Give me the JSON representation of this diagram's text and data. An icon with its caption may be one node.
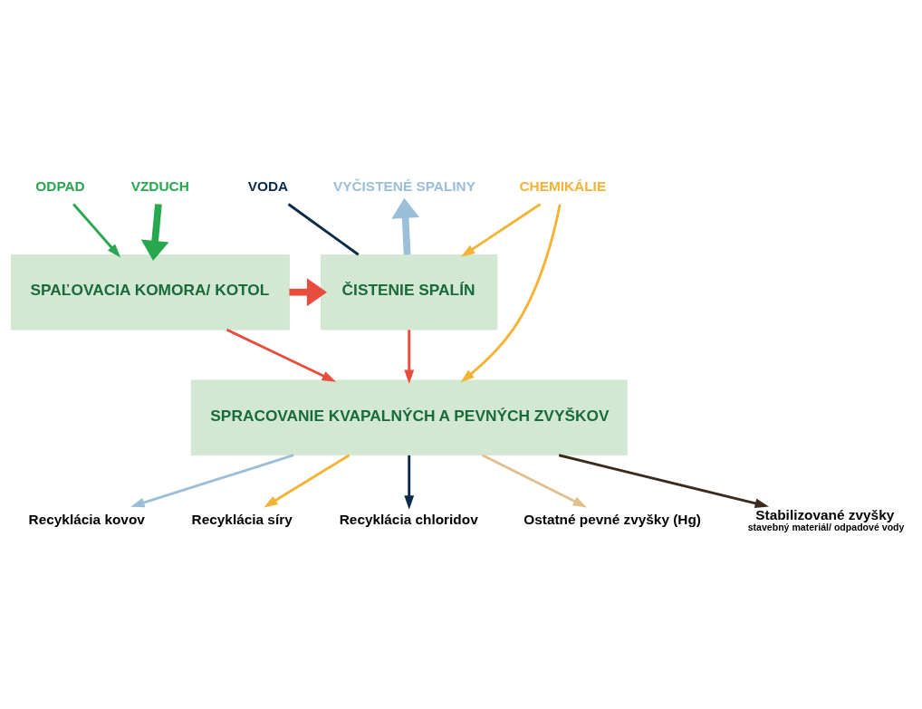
{
  "diagram": {
    "nodes": [
      {
        "text": [
          "ODPAD"
        ]
      },
      {
        "text": [
          "VZDUCH"
        ]
      },
      {
        "text": [
          "VODA"
        ]
      },
      {
        "text": [
          "VYČISTENÉ SPALINY"
        ]
      },
      {
        "text": [
          "CHEMIKÁLIE"
        ]
      },
      {
        "text": [
          "SPAĽOVACIA KOMORA/ KOTOL"
        ]
      },
      {
        "text": [
          "ČISTENIE SPALÍN"
        ]
      },
      {
        "text": [
          "SPRACOVANIE KVAPALNÝCH A PEVNÝCH ZVYŠKOV"
        ]
      },
      {
        "text": [
          "Recyklácia kovov"
        ]
      },
      {
        "text": [
          "Recyklácia síry"
        ]
      },
      {
        "text": [
          "Recyklácia chloridov"
        ]
      },
      {
        "text": [
          "Ostatné pevné zvyšky (Hg)"
        ]
      },
      {
        "text": [
          "Stabilizované zvyšky"
        ],
        "beside": [
          "stavebný materiál/ odpadové vody"
        ]
      }
    ],
    "edges": [
      {
        "from": 0,
        "to": 5,
        "arrow": "to",
        "color": "#27a84f"
      },
      {
        "from": 1,
        "to": 5,
        "arrow": "to",
        "style": "thick",
        "color": "#27a84f"
      },
      {
        "from": 2,
        "to": 6,
        "arrow": "none",
        "color": "#0b2a4a"
      },
      {
        "from": 6,
        "to": 3,
        "arrow": "to",
        "style": "thick",
        "color": "#9bbfd9"
      },
      {
        "from": 4,
        "to": 6,
        "arrow": "to",
        "color": "#f5b335"
      },
      {
        "from": 5,
        "to": 6,
        "arrow": "to",
        "style": "thick",
        "color": "#e84c3d"
      },
      {
        "from": 5,
        "to": 7,
        "arrow": "to",
        "color": "#e84c3d"
      },
      {
        "from": 6,
        "to": 7,
        "arrow": "to",
        "color": "#e84c3d"
      },
      {
        "from": 4,
        "to": 7,
        "arrow": "to",
        "color": "#f5b335"
      },
      {
        "from": 7,
        "to": 8,
        "arrow": "to",
        "color": "#9bbfd9"
      },
      {
        "from": 7,
        "to": 9,
        "arrow": "to",
        "color": "#f5b335"
      },
      {
        "from": 7,
        "to": 10,
        "arrow": "to",
        "color": "#0b2a4a"
      },
      {
        "from": 7,
        "to": 11,
        "arrow": "to",
        "color": "#e3bf8f"
      },
      {
        "from": 7,
        "to": 12,
        "arrow": "to",
        "color": "#3d2a1e"
      }
    ]
  }
}
